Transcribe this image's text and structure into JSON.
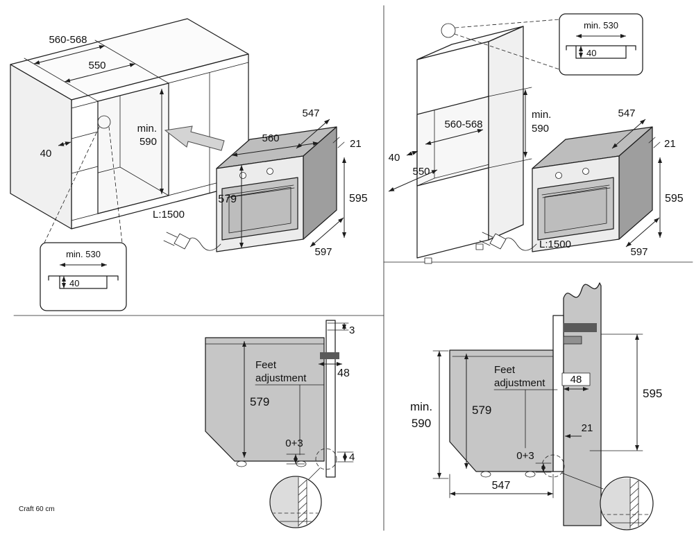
{
  "footer": {
    "label": "Craft 60 cm"
  },
  "q1": {
    "niche_width": "560-568",
    "inner_width": "550",
    "min_label": "min.",
    "min_value": "590",
    "gap": "40",
    "inset": {
      "min_width": "min. 530",
      "depth": "40"
    },
    "oven": {
      "depth_top": "547",
      "flange": "21",
      "width": "560",
      "front_height": "579",
      "height": "595",
      "depth_bottom": "597",
      "cable_length": "L:1500"
    }
  },
  "q2": {
    "inset": {
      "min_width": "min. 530",
      "depth": "40"
    },
    "min_label": "min.",
    "min_value": "590",
    "niche_width": "560-568",
    "gap": "40",
    "depth": "550",
    "oven": {
      "depth_top": "547",
      "flange": "21",
      "height": "595",
      "depth_bottom": "597",
      "cable_length": "L:1500"
    }
  },
  "q3": {
    "top_gap": "3",
    "bracket": "48",
    "feet_line1": "Feet",
    "feet_line2": "adjustment",
    "height": "579",
    "foot_adjust": "0+3",
    "bottom_gap": "4"
  },
  "q4": {
    "min_label": "min.",
    "min_value": "590",
    "feet_line1": "Feet",
    "feet_line2": "adjustment",
    "bracket": "48",
    "height": "595",
    "inner_height": "579",
    "flange": "21",
    "foot_adjust": "0+3",
    "width": "547"
  }
}
